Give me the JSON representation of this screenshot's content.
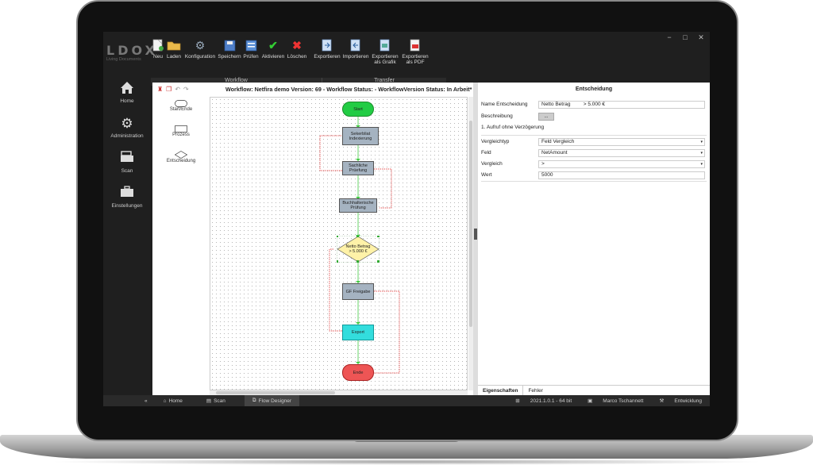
{
  "window": {
    "controls": [
      "−",
      "□",
      "✕"
    ]
  },
  "logo": {
    "name": "LDOX",
    "tagline": "Living Documents"
  },
  "ribbon": {
    "workflow_buttons": [
      {
        "label": "Neu",
        "icon": "new-document-icon"
      },
      {
        "label": "Laden",
        "icon": "folder-open-icon"
      },
      {
        "label": "Konfiguration",
        "icon": "gear-icon"
      },
      {
        "label": "Speichern",
        "icon": "save-icon"
      },
      {
        "label": "Prüfen",
        "icon": "check-document-icon"
      },
      {
        "label": "Aktivieren",
        "icon": "checkmark-icon"
      },
      {
        "label": "Löschen",
        "icon": "delete-icon"
      }
    ],
    "transfer_buttons": [
      {
        "label": "Exportieren",
        "icon": "export-icon"
      },
      {
        "label": "Importieren",
        "icon": "import-icon"
      },
      {
        "label": "Exportieren\nals Grafik",
        "icon": "export-image-icon"
      },
      {
        "label": "Exportieren\nals PDF",
        "icon": "pdf-icon"
      }
    ],
    "groups": [
      "Workflow",
      "Transfer"
    ]
  },
  "sidebar": {
    "items": [
      {
        "label": "Home",
        "icon": "home-icon"
      },
      {
        "label": "Administration",
        "icon": "gears-icon"
      },
      {
        "label": "Scan",
        "icon": "scanner-icon"
      },
      {
        "label": "Einstellungen",
        "icon": "toolbox-icon"
      }
    ]
  },
  "designer": {
    "title": "Workflow: Netfira demo Version: 69 - Workflow Status: - WorkflowVersion Status: In Arbeit*",
    "palette": [
      "Start/Ende",
      "Prozess",
      "Entscheidung"
    ]
  },
  "flow": {
    "nodes": {
      "start": "Start",
      "n1": "Sekerbliat\nIndexierung",
      "n2": "Sachliche\nPrüefung",
      "n3": "Buchhalterische\nPrüfung",
      "decision": "Netto Betrag\n> 5.000 €",
      "n4": "GF Freigabe",
      "n5": "Export",
      "end": "Ende"
    },
    "colors": {
      "start": "#22cc44",
      "process": "#a5b3c1",
      "decision": "#fff2a8",
      "export": "#33dddd",
      "end": "#ee5555"
    }
  },
  "properties": {
    "title": "Entscheidung",
    "name_label": "Name Entscheidung",
    "name_value": "Netto Betrag         > 5.000 €",
    "desc_label": "Beschreibung",
    "desc_button": "...",
    "delay_text": "1. Aufruf ohne Verzögerung",
    "rows": [
      {
        "label": "Vergleichtyp",
        "value": "Feld Vergleich"
      },
      {
        "label": "Feld",
        "value": "NetAmount"
      },
      {
        "label": "Vergleich",
        "value": ">"
      },
      {
        "label": "Wert",
        "value": "5000"
      }
    ],
    "tabs": [
      "Eigenschaften",
      "Fehler"
    ]
  },
  "statusbar": {
    "collapse": "«",
    "tabs": [
      {
        "label": "Home",
        "icon": "home-icon"
      },
      {
        "label": "Scan",
        "icon": "scanner-icon"
      },
      {
        "label": "Flow Designer",
        "icon": "flow-icon"
      }
    ],
    "version": "2021.1.0.1 - 64 bit",
    "user": "Marco Tschannett",
    "mode": "Entwicklung"
  }
}
